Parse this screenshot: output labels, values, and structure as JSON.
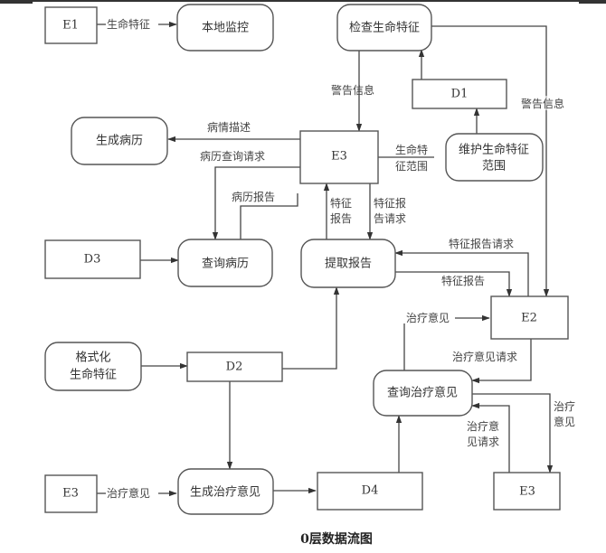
{
  "caption": "0层数据流图",
  "nodes": {
    "e1": {
      "label": "E1",
      "kind": "external-entity"
    },
    "local_monitor": {
      "label": "本地监控",
      "kind": "process"
    },
    "check_vitals": {
      "label": "检查生命特征",
      "kind": "process"
    },
    "d1": {
      "label": "D1",
      "kind": "data-store"
    },
    "maintain_range_l1": {
      "label": "维护生命特征",
      "kind": "process"
    },
    "maintain_range_l2": {
      "label": "范围",
      "kind": "process"
    },
    "gen_record": {
      "label": "生成病历",
      "kind": "process"
    },
    "e3_center": {
      "label": "E3",
      "kind": "external-entity"
    },
    "d3": {
      "label": "D3",
      "kind": "data-store"
    },
    "query_record": {
      "label": "查询病历",
      "kind": "process"
    },
    "extract_report": {
      "label": "提取报告",
      "kind": "process"
    },
    "e2": {
      "label": "E2",
      "kind": "external-entity"
    },
    "format_l1": {
      "label": "格式化",
      "kind": "process"
    },
    "format_l2": {
      "label": "生命特征",
      "kind": "process"
    },
    "d2": {
      "label": "D2",
      "kind": "data-store"
    },
    "query_treatment": {
      "label": "查询治疗意见",
      "kind": "process"
    },
    "e3_bottom_left": {
      "label": "E3",
      "kind": "external-entity"
    },
    "gen_treatment": {
      "label": "生成治疗意见",
      "kind": "process"
    },
    "d4": {
      "label": "D4",
      "kind": "data-store"
    },
    "e3_bottom_right": {
      "label": "E3",
      "kind": "external-entity"
    }
  },
  "flows": {
    "vitals": "生命特征",
    "warning_left": "警告信息",
    "warning_right": "警告信息",
    "condition_desc": "病情描述",
    "record_query_req": "病历查询请求",
    "record_report": "病历报告",
    "vital_range_l1": "生命特",
    "vital_range_l2": "征范围",
    "feature_report_up_l1": "特征",
    "feature_report_up_l2": "报告",
    "feature_report_req_down_l1": "特征报",
    "feature_report_req_down_l2": "告请求",
    "feature_report_req_e2": "特征报告请求",
    "feature_report_e2": "特征报告",
    "treatment_to_e2": "治疗意见",
    "treatment_req_from_e2": "治疗意见请求",
    "treatment_req_e3_l1": "治疗意",
    "treatment_req_e3_l2": "见请求",
    "treatment_to_e3_l1": "治疗",
    "treatment_to_e3_l2": "意见",
    "treatment_in": "治疗意见"
  }
}
